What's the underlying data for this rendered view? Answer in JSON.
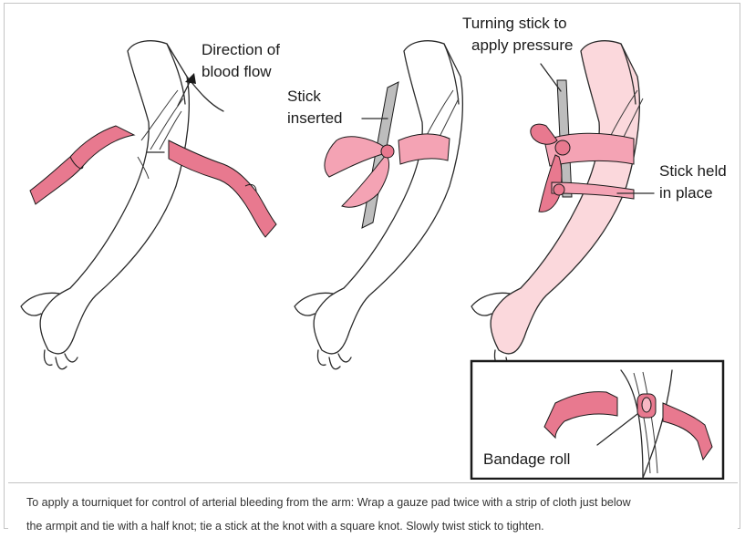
{
  "labels": {
    "direction_line1": "Direction of",
    "direction_line2": "blood flow",
    "stick_inserted_line1": "Stick",
    "stick_inserted_line2": "inserted",
    "turning_line1": "Turning stick to",
    "turning_line2": "apply pressure",
    "stick_held_line1": "Stick held",
    "stick_held_line2": "in place",
    "bandage_roll": "Bandage roll"
  },
  "caption": {
    "line1": "To apply a tourniquet for control of arterial bleeding from the arm: Wrap a gauze pad twice with a strip of cloth just below",
    "line2": "the armpit and tie with a half knot; tie a stick at the knot with a square knot. Slowly twist stick to tighten."
  },
  "colors": {
    "bandage": "#e8798f",
    "bandage_dark": "#d24f6d",
    "arm_tint": "#fbd8dc",
    "stick": "#bdbdbd",
    "frame_border": "#c4c4c4"
  }
}
